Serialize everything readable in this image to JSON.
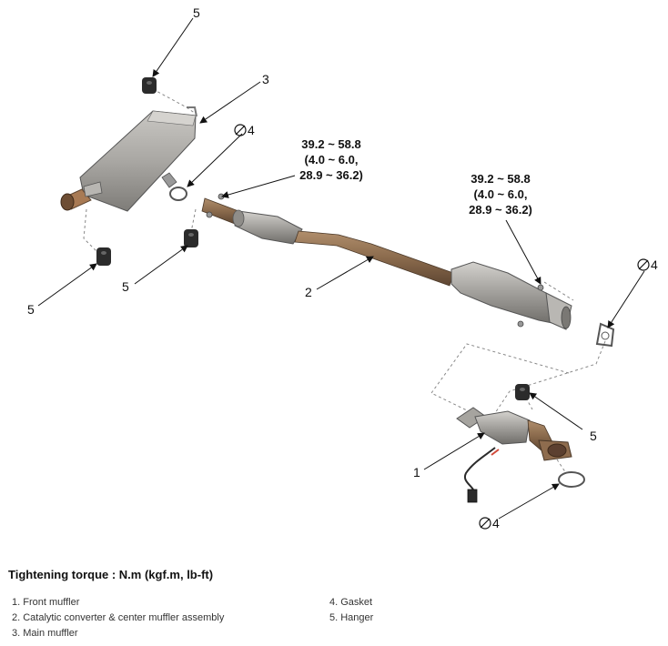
{
  "callouts": {
    "c1": "1",
    "c2": "2",
    "c3": "3",
    "c4_top": "4",
    "c4_right": "4",
    "c4_bottom": "4",
    "c5_top": "5",
    "c5_left": "5",
    "c5_mid": "5",
    "c5_right": "5"
  },
  "torque_specs": [
    {
      "line1": "39.2 ~ 58.8",
      "line2": "(4.0 ~ 6.0,",
      "line3": "28.9 ~ 36.2)"
    },
    {
      "line1": "39.2 ~ 58.8",
      "line2": "(4.0 ~ 6.0,",
      "line3": "28.9 ~ 36.2)"
    }
  ],
  "legend": {
    "title": "Tightening torque : N.m (kgf.m, lb-ft)",
    "items": [
      "1. Front muffler",
      "2. Catalytic converter & center muffler assembly",
      "3. Main muffler",
      "4. Gasket",
      "5. Hanger"
    ]
  },
  "colors": {
    "muffler_gray": "#a9a7a3",
    "pipe_brown": "#8a6a4c",
    "hanger_dark": "#2b2b2b"
  },
  "icons": {
    "gasket": "do-not-reuse-symbol"
  }
}
